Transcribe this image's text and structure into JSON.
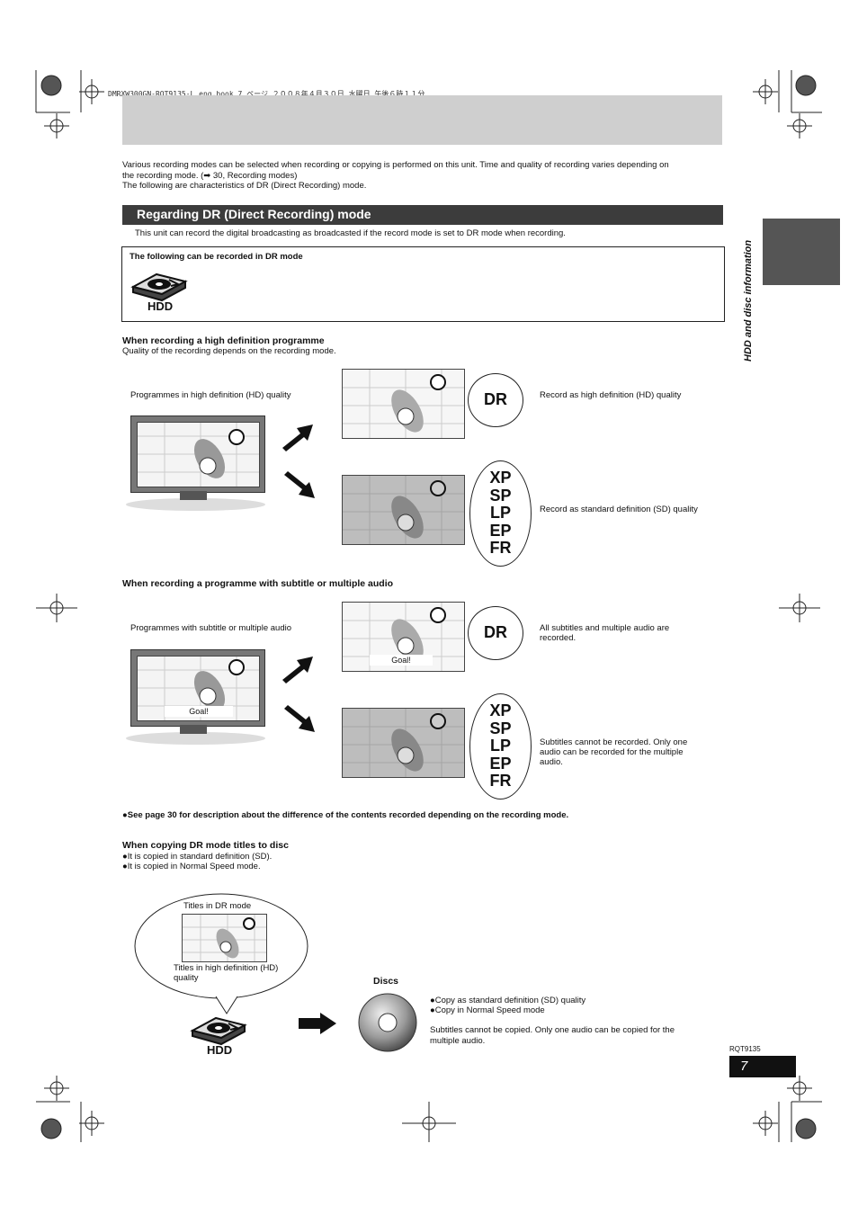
{
  "header": {
    "file_line": "DMRXW300GN-RQT9135-L_eng.book 7 ページ ２００８年４月３０日 水曜日 午後６時１１分"
  },
  "intro": {
    "line1": "Various recording modes can be selected when recording or copying is performed on this unit. Time and quality of recording varies depending on",
    "line2": "the recording mode. (➡ 30, Recording modes)",
    "line3": "The following are characteristics of DR (Direct Recording) mode."
  },
  "section": {
    "title": "Regarding DR (Direct Recording) mode",
    "desc": "This unit can record the digital broadcasting as broadcasted if the record mode is set to DR mode when recording."
  },
  "dr_box": {
    "heading": "The following can be recorded in DR mode",
    "hdd_label": "HDD"
  },
  "side": {
    "label": "HDD and disc information"
  },
  "hd_section": {
    "title": "When recording a high definition programme",
    "subtitle": "Quality of the recording depends on the recording mode.",
    "source_label": "Programmes in high definition (HD) quality",
    "dr_mode": "DR",
    "dr_desc": "Record as high definition (HD) quality",
    "modes": [
      "XP",
      "SP",
      "LP",
      "EP",
      "FR"
    ],
    "modes_desc": "Record as standard definition (SD) quality"
  },
  "sub_section": {
    "title": "When recording a programme with subtitle or multiple audio",
    "source_label": "Programmes with subtitle or multiple audio",
    "goal": "Goal!",
    "dr_mode": "DR",
    "dr_desc_1": "All subtitles and multiple audio are",
    "dr_desc_2": "recorded.",
    "modes": [
      "XP",
      "SP",
      "LP",
      "EP",
      "FR"
    ],
    "modes_desc_1": "Subtitles cannot be recorded. Only one",
    "modes_desc_2": "audio can be recorded for the multiple",
    "modes_desc_3": "audio."
  },
  "note": "●See page 30 for description about the difference of the contents recorded depending on the recording mode.",
  "copy_section": {
    "title": "When copying DR mode titles to disc",
    "bullet1": "●It is copied in standard definition (SD).",
    "bullet2": "●It is copied in Normal Speed mode.",
    "bubble_title": "Titles in DR mode",
    "bubble_desc_1": "Titles in high definition (HD)",
    "bubble_desc_2": "quality",
    "hdd_label": "HDD",
    "discs_label": "Discs",
    "disc_bullet1": "●Copy as standard definition (SD) quality",
    "disc_bullet2": "●Copy in Normal Speed mode",
    "disc_note_1": "Subtitles cannot be copied. Only one audio can be copied for the",
    "disc_note_2": "multiple audio."
  },
  "footer": {
    "code": "RQT9135",
    "page": "7"
  }
}
